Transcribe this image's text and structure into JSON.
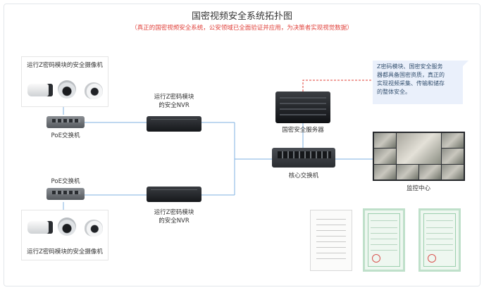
{
  "title": "国密视频安全系统拓扑图",
  "subtitle": "（真正的国密视频安全系统，公安领域已全面验证并应用，为决策者实现视觉数据）",
  "top_camera_group_label": "运行Z密码模块的安全摄像机",
  "bottom_camera_group_label": "运行Z密码模块的安全摄像机",
  "poe_switch_top_label": "PoE交换机",
  "poe_switch_bottom_label": "PoE交换机",
  "nvr_top_label_line1": "运行Z密码模块",
  "nvr_top_label_line2": "的安全NVR",
  "nvr_bottom_label_line1": "运行Z密码模块",
  "nvr_bottom_label_line2": "的安全NVR",
  "server_label": "国密安全服务器",
  "core_switch_label": "核心交换机",
  "monitor_label": "监控中心",
  "note_lines": [
    "Z密码模块、国密安全服务",
    "器都具备国密资质，真正的",
    "实现视频采集、传输和储存",
    "的整体安全。"
  ],
  "colors": {
    "title_text": "#333333",
    "subtitle_text": "#e0403a",
    "link_line": "#7fb0e0",
    "dashed_link": "#e0403a",
    "note_bg": "#eaf0fb"
  }
}
